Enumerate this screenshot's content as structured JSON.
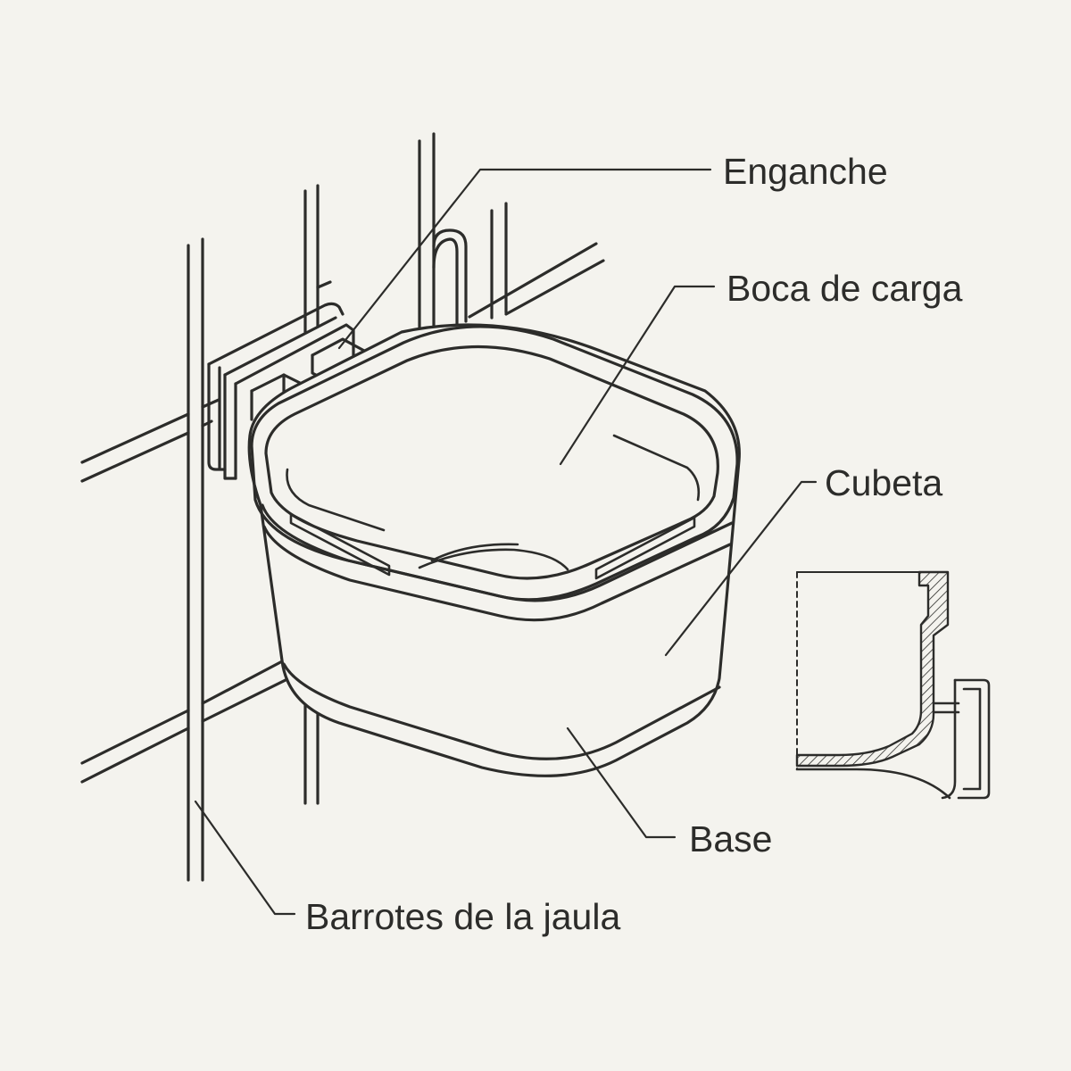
{
  "labels": {
    "hook": "Enganche",
    "mouth": "Boca de carga",
    "bowl": "Cubeta",
    "base": "Base",
    "bars": "Barrotes de la jaula"
  },
  "colors": {
    "background": "#f4f3ee",
    "line": "#2c2c2a"
  }
}
